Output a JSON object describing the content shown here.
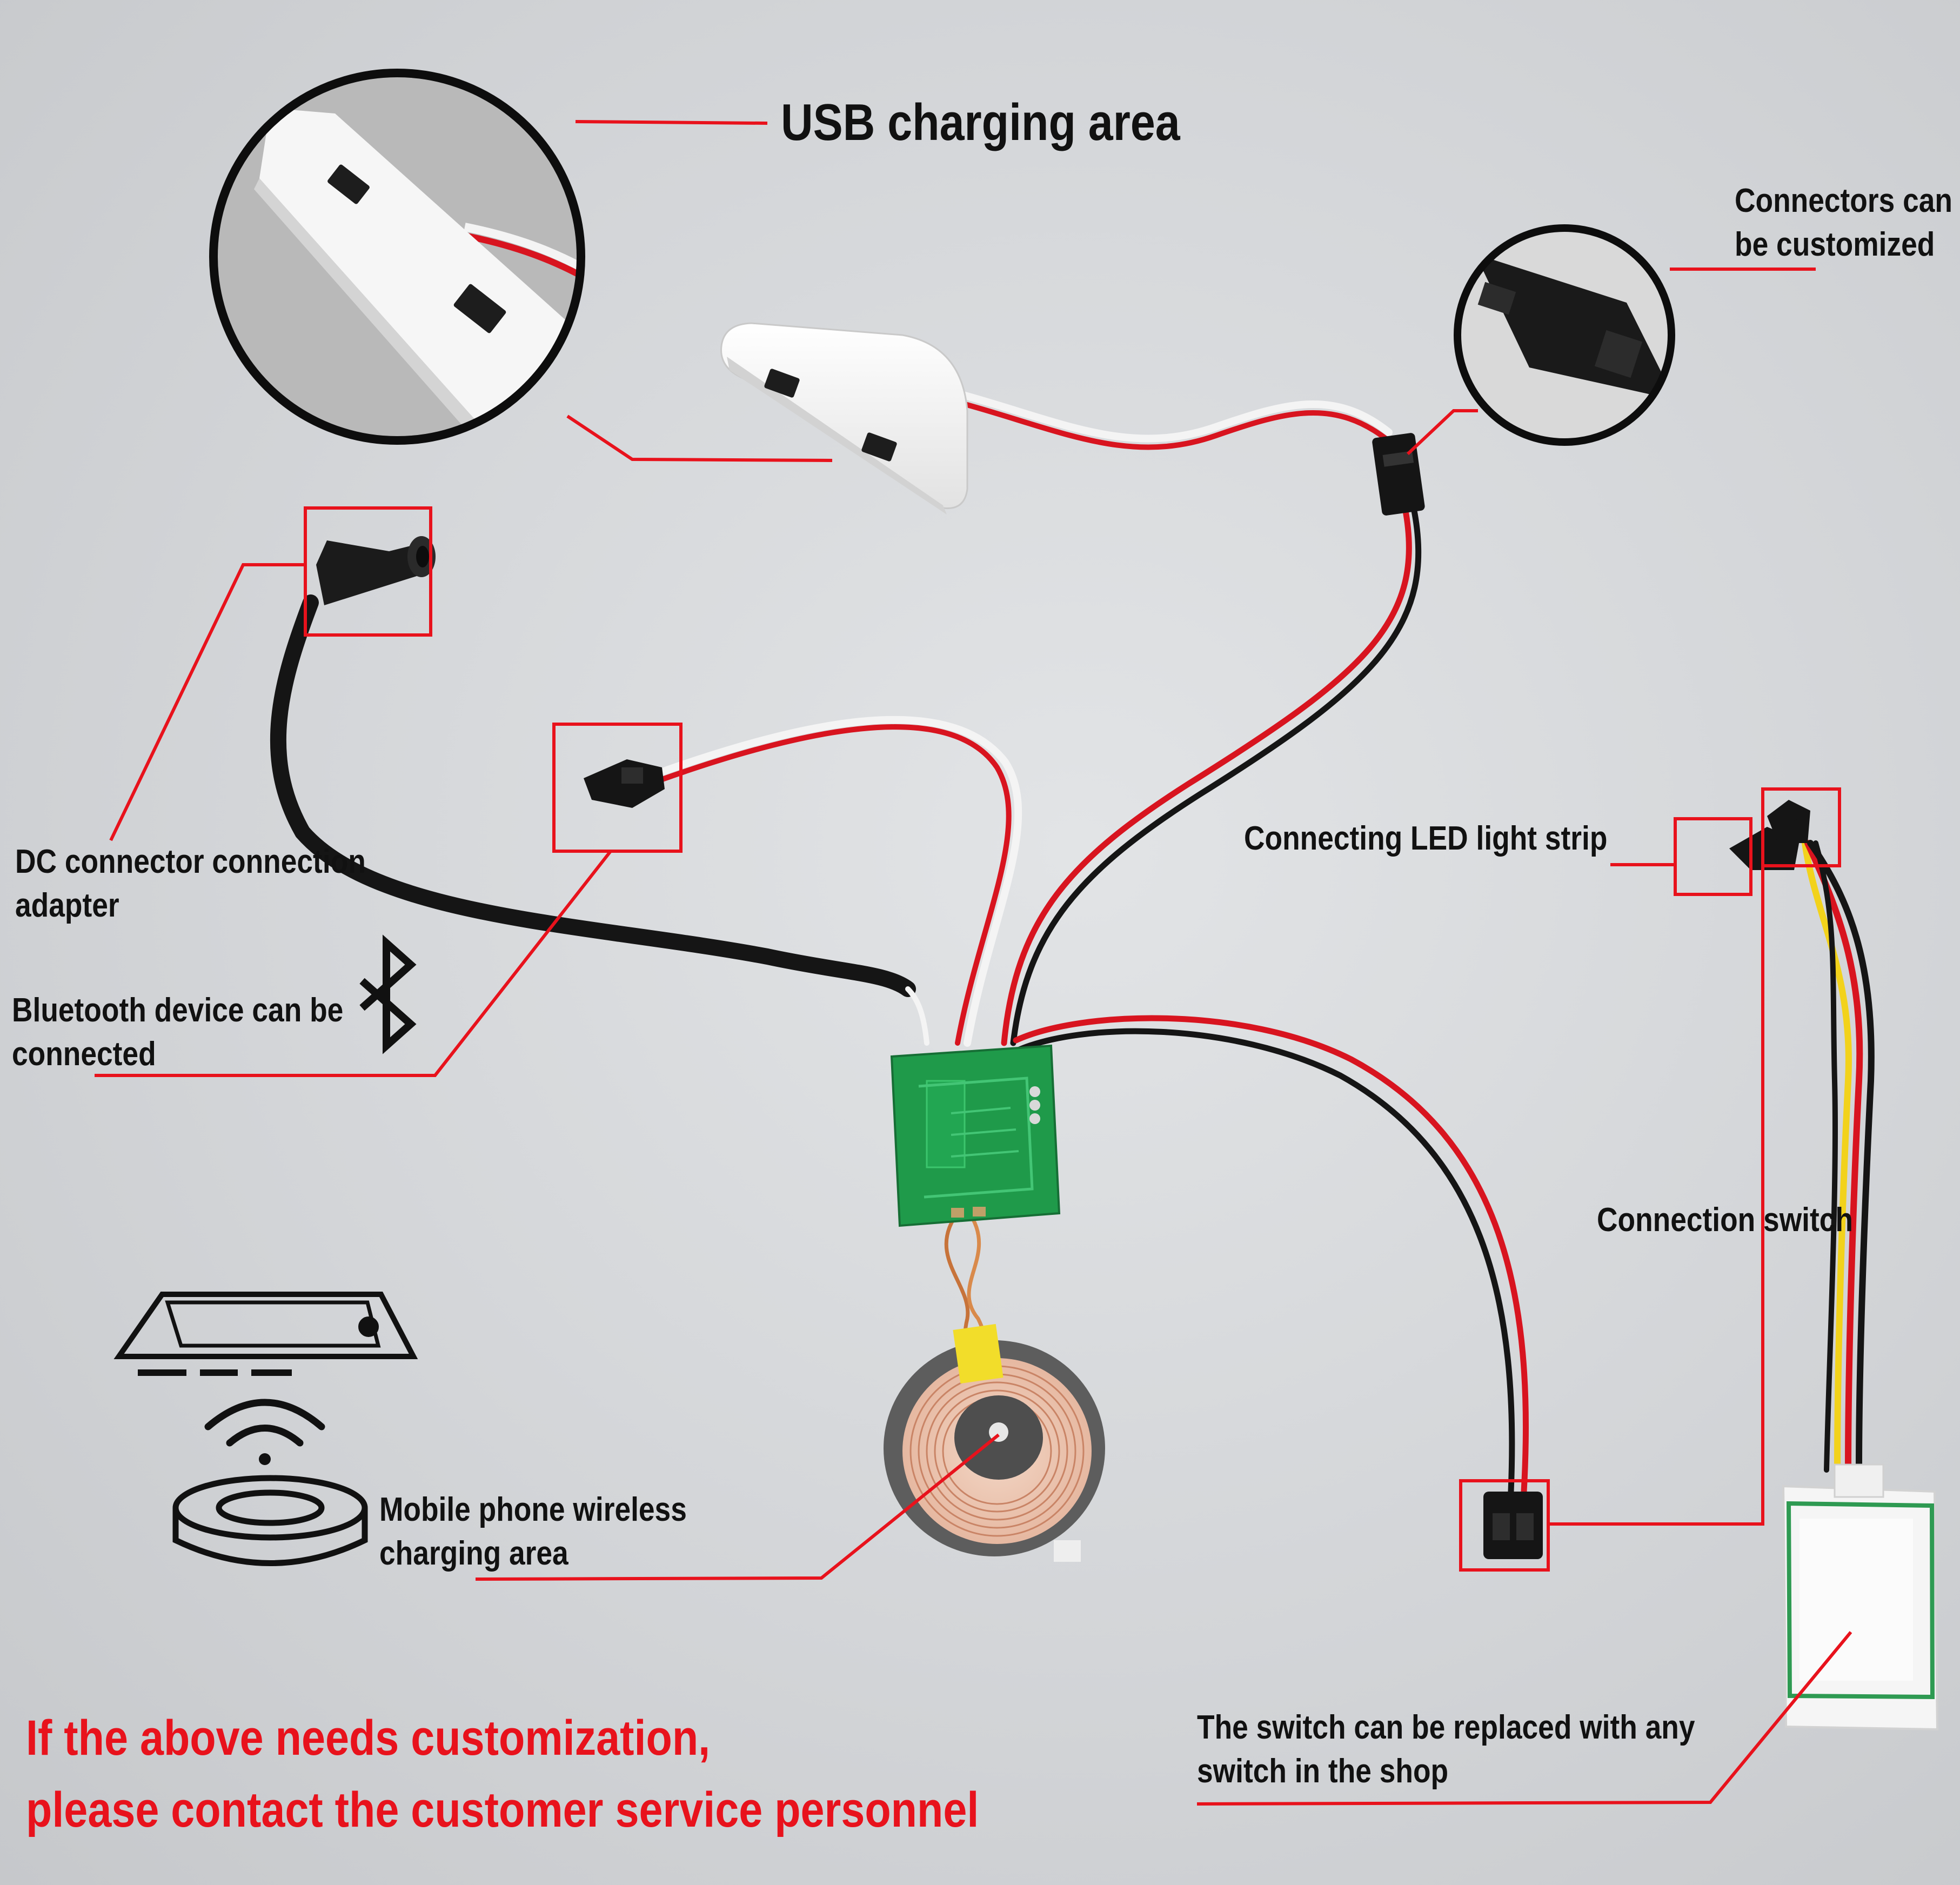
{
  "labels": {
    "usb": "USB charging area",
    "connectors": [
      "Connectors can",
      "be customized"
    ],
    "dc": [
      "DC connector connection",
      "adapter"
    ],
    "bluetooth": [
      "Bluetooth device can be",
      "connected"
    ],
    "led": "Connecting LED light strip",
    "switch": "Connection switch",
    "wireless": [
      "Mobile phone wireless",
      "charging area"
    ],
    "replace": [
      "The switch can be replaced with any",
      "switch in the shop"
    ]
  },
  "note": [
    "If the above needs customization,",
    "please contact the customer service personnel"
  ],
  "colors": {
    "background": "#d7d9dc",
    "callout": "#e8121c",
    "text": "#111111",
    "pcb": "#1f9a4a",
    "wire_red": "#d8141f",
    "wire_black": "#151515",
    "wire_white": "#f4f4f4",
    "wire_yellow": "#f2d21b"
  },
  "icons": [
    "bluetooth-icon",
    "phone-icon",
    "wifi-waves-icon",
    "wireless-pad-icon"
  ]
}
